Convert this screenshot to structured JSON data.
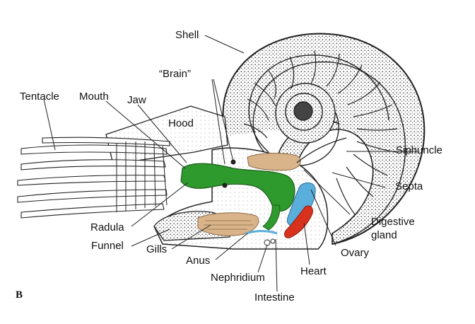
{
  "panel_letter": "B",
  "labels": {
    "shell": "Shell",
    "brain": "“Brain”",
    "tentacle": "Tentacle",
    "mouth": "Mouth",
    "jaw": "Jaw",
    "hood": "Hood",
    "siphuncle": "Siphuncle",
    "septa": "Septa",
    "digestive_gland_1": "Digestive",
    "digestive_gland_2": "gland",
    "radula": "Radula",
    "funnel": "Funnel",
    "gills": "Gills",
    "anus": "Anus",
    "ovary": "Ovary",
    "heart": "Heart",
    "nephridium": "Nephridium",
    "intestine": "Intestine"
  },
  "colors": {
    "buccal_mass": "#2e9a2e",
    "digestive_gland": "#d9b48a",
    "gills": "#d9b48a",
    "ovary": "#5aaedc",
    "heart": "#d8321e",
    "outline": "#222222"
  }
}
